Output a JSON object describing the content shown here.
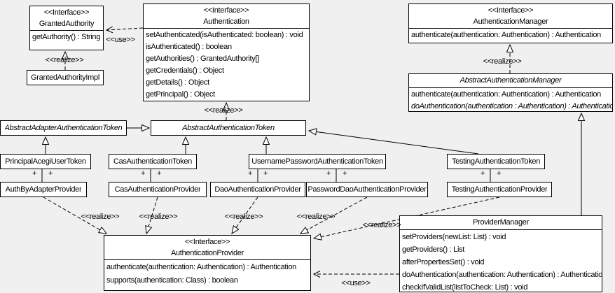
{
  "colors": {
    "background": "#f0f0f0",
    "box_fill": "#ffffff",
    "line_color": "#000000"
  },
  "classes": {
    "granted_authority": {
      "stereotype": "<<Interface>>",
      "name": "GrantedAuthority",
      "methods": [
        "getAuthority() : String"
      ]
    },
    "granted_authority_impl": {
      "name": "GrantedAuthorityImpl"
    },
    "authentication": {
      "stereotype": "<<Interface>>",
      "name": "Authentication",
      "methods": [
        "setAuthenticated(isAuthenticated: boolean) : void",
        "isAuthenticated() : boolean",
        "getAuthorities() : GrantedAuthority[]",
        "getCredentials() : Object",
        "getDetails() : Object",
        "getPrincipal() : Object"
      ]
    },
    "authentication_manager": {
      "stereotype": "<<Interface>>",
      "name": "AuthenticationManager",
      "methods": [
        "authenticate(authentication: Authentication) : Authentication"
      ]
    },
    "abstract_authentication_manager": {
      "name": "AbstractAuthenticationManager",
      "methods": [
        "authenticate(authentication: Authentication) : Authentication",
        "doAuthentication(authentication : Authentication) : Authentication"
      ]
    },
    "abstract_adapter_authentication_token": {
      "name": "AbstractAdapterAuthenticationToken"
    },
    "abstract_authentication_token": {
      "name": "AbstractAuthenticationToken"
    },
    "principal_acegi_user_token": {
      "name": "PrincipalAcegiUserToken"
    },
    "cas_authentication_token": {
      "name": "CasAuthenticationToken"
    },
    "username_password_authentication_token": {
      "name": "UsernamePasswordAuthenticationToken"
    },
    "testing_authentication_token": {
      "name": "TestingAuthenticationToken"
    },
    "auth_by_adapter_provider": {
      "name": "AuthByAdapterProvider"
    },
    "cas_authentication_provider": {
      "name": "CasAuthenticationProvider"
    },
    "dao_authentication_provider": {
      "name": "DaoAuthenticationProvider"
    },
    "password_dao_authentication_provider": {
      "name": "PasswordDaoAuthenticationProvider"
    },
    "testing_authentication_provider": {
      "name": "TestingAuthenticationProvider"
    },
    "authentication_provider": {
      "stereotype": "<<Interface>>",
      "name": "AuthenticationProvider",
      "methods": [
        "authenticate(authentication: Authentication) : Authentication",
        "supports(authentication: Class) : boolean"
      ]
    },
    "provider_manager": {
      "name": "ProviderManager",
      "methods": [
        "setProviders(newList: List) : void",
        "getProviders() : List",
        "afterPropertiesSet() : void",
        "doAuthentication(authentication: Authentication) : Authentication",
        "checkIfValidList(listToCheck: List) : void"
      ]
    }
  },
  "labels": {
    "use": "<<use>>",
    "realize": "<<realize>>",
    "plus": "+"
  }
}
